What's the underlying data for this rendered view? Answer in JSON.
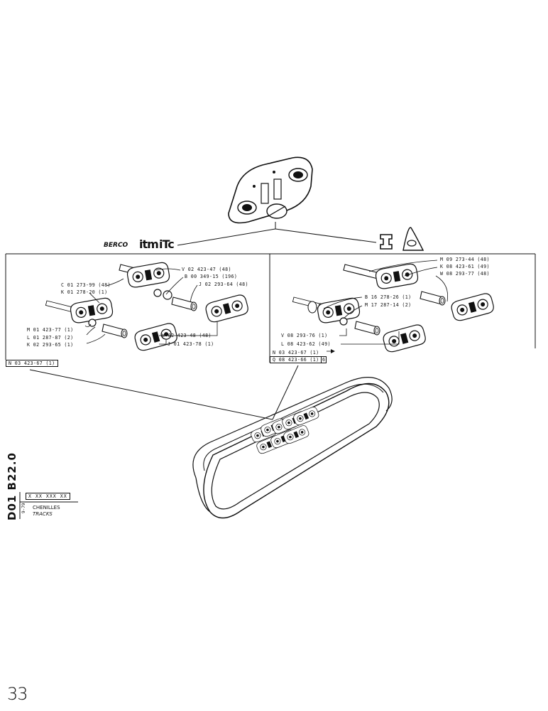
{
  "brands": {
    "berco": "BERCO",
    "itm": "itm",
    "itc": "iTc"
  },
  "left_panel": {
    "labels": [
      "V 02 423-47 (48)",
      "B 00 349-15 (196)",
      "J 02 293-64 (48)",
      "C 01 273-99 (48)",
      "K 01 278-20 (1)",
      "M 01 423-77 (1)",
      "L 01 287-87 (2)",
      "K 02 293-65 (1)",
      "W 02 423-48 (48)",
      "J 01 423-78 (1)"
    ],
    "assembly_ref": "N 03 423-67 (1)"
  },
  "right_panel": {
    "labels": [
      "M 09 273-44 (48)",
      "K 08 423-61 (49)",
      "W 08 293-77 (48)",
      "B 16 278-26 (1)",
      "M 17 287-14 (2)",
      "V 08 293-76 (1)",
      "L 08 423-62 (49)"
    ],
    "assembly_ref_1": "N 03 423-67 (1)",
    "assembly_ref_2": "Q 08 423-66 (1)",
    "flag": "6"
  },
  "title_block": {
    "doc_code": "D01 B22.0",
    "date": "9-79",
    "ref_pattern": "X  XX XXX  XX",
    "title_fr": "CHENILLES",
    "title_en": "TRACKS"
  },
  "page_number": "33"
}
